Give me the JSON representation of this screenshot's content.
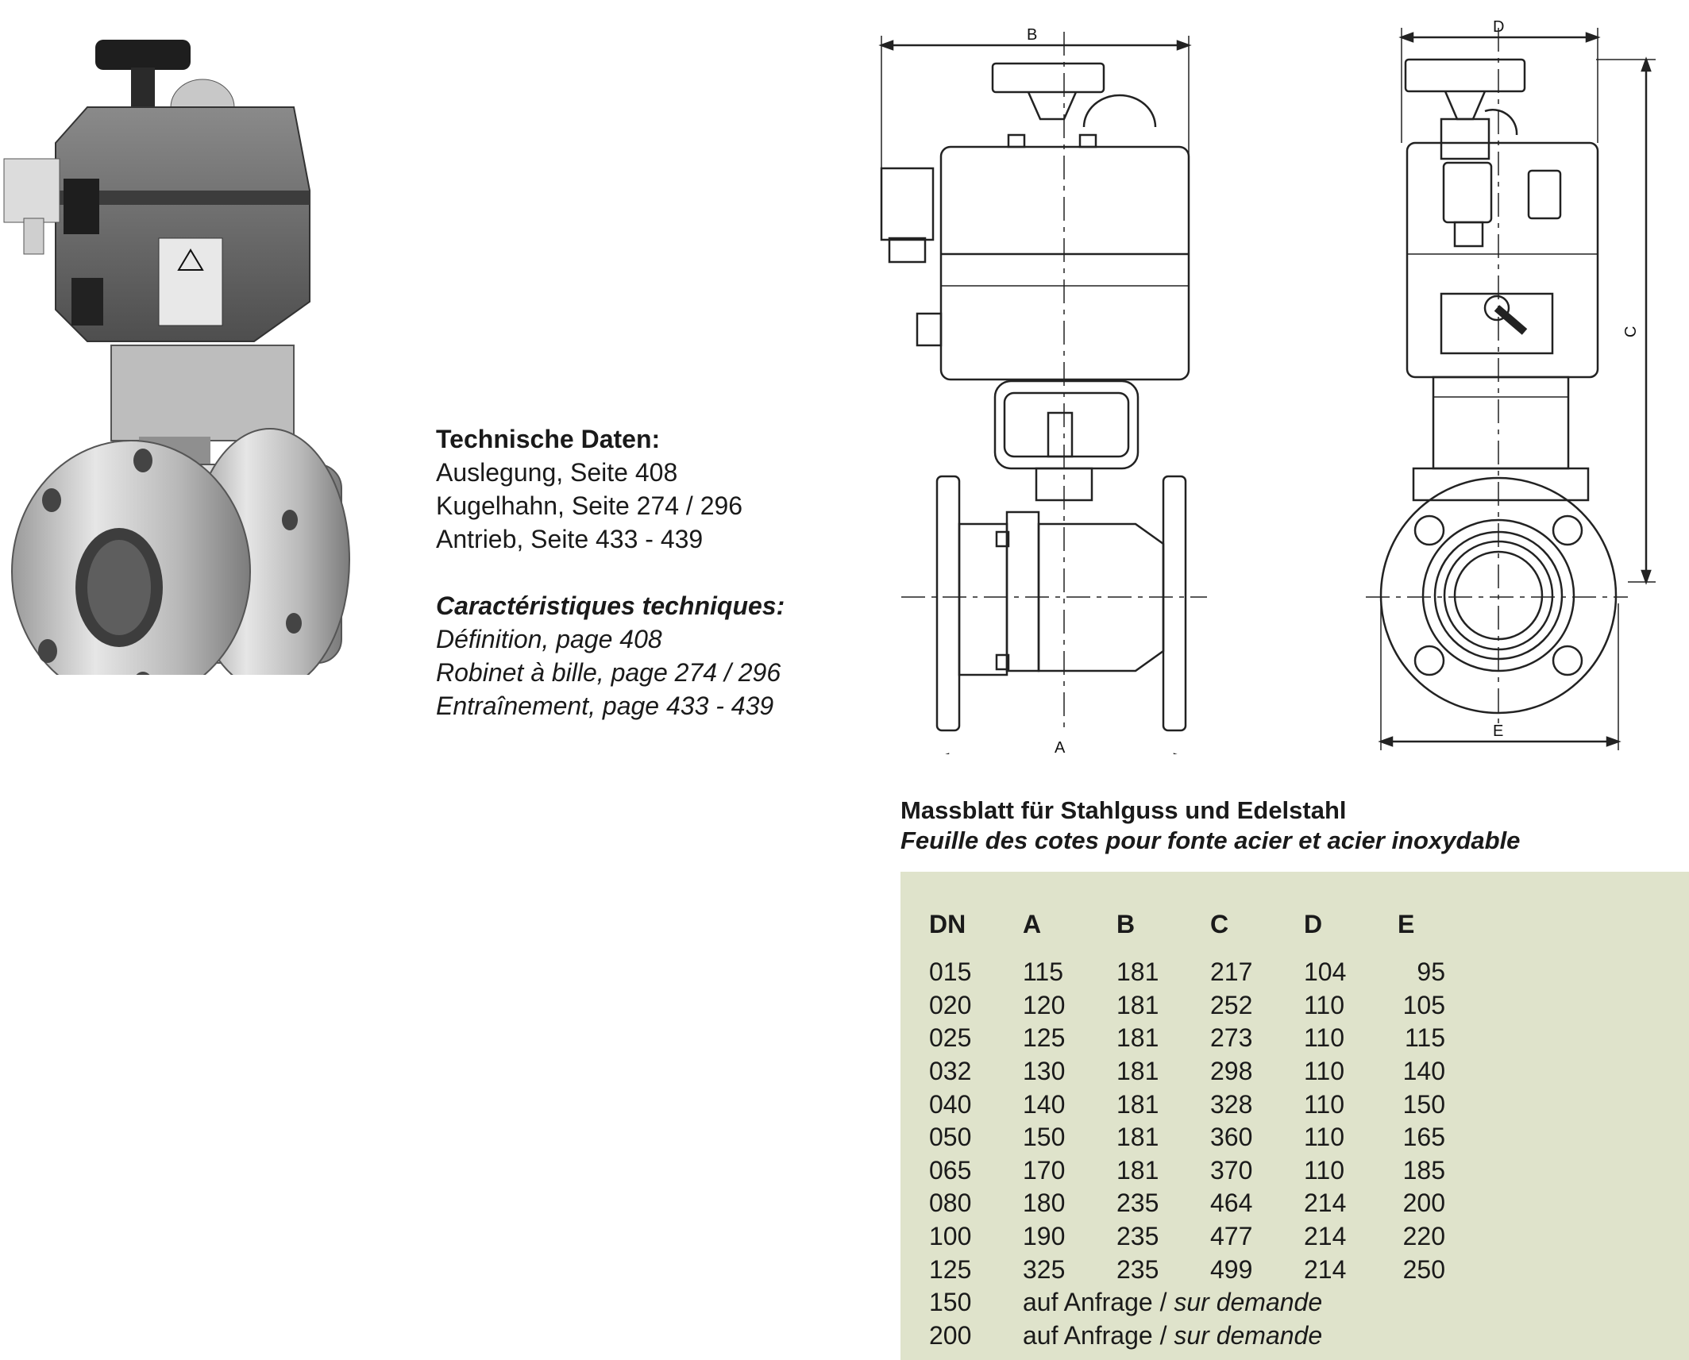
{
  "tech": {
    "de_title": "Technische Daten:",
    "de_lines": [
      "Auslegung, Seite 408",
      "Kugelhahn, Seite 274 / 296",
      "Antrieb, Seite 433 - 439"
    ],
    "fr_title": "Caractéristiques techniques:",
    "fr_lines": [
      "Définition, page 408",
      "Robinet à bille, page 274 / 296",
      "Entraînement, page 433 - 439"
    ]
  },
  "drawing": {
    "dim_labels": {
      "a": "A",
      "b": "B",
      "c": "C",
      "d": "D",
      "e": "E"
    }
  },
  "table": {
    "title_de": "Massblatt für Stahlguss und Edelstahl",
    "title_fr": "Feuille des cotes pour fonte acier et acier inoxydable",
    "headers": [
      "DN",
      "A",
      "B",
      "C",
      "D",
      "E"
    ],
    "rows": [
      [
        "015",
        "115",
        "181",
        "217",
        "104",
        "95"
      ],
      [
        "020",
        "120",
        "181",
        "252",
        "110",
        "105"
      ],
      [
        "025",
        "125",
        "181",
        "273",
        "110",
        "115"
      ],
      [
        "032",
        "130",
        "181",
        "298",
        "110",
        "140"
      ],
      [
        "040",
        "140",
        "181",
        "328",
        "110",
        "150"
      ],
      [
        "050",
        "150",
        "181",
        "360",
        "110",
        "165"
      ],
      [
        "065",
        "170",
        "181",
        "370",
        "110",
        "185"
      ],
      [
        "080",
        "180",
        "235",
        "464",
        "214",
        "200"
      ],
      [
        "100",
        "190",
        "235",
        "477",
        "214",
        "220"
      ],
      [
        "125",
        "325",
        "235",
        "499",
        "214",
        "250"
      ]
    ],
    "request_rows": [
      {
        "dn": "150",
        "de": "auf Anfrage",
        "sep": " / ",
        "fr": "sur demande"
      },
      {
        "dn": "200",
        "de": "auf Anfrage",
        "sep": " / ",
        "fr": "sur demande"
      }
    ]
  }
}
